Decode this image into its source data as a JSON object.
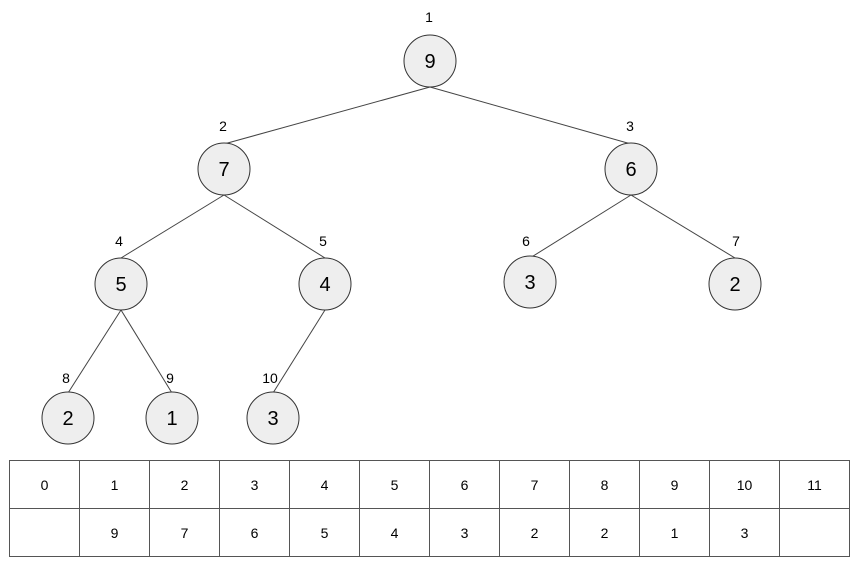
{
  "tree": {
    "nodes": [
      {
        "index": "1",
        "value": "9"
      },
      {
        "index": "2",
        "value": "7"
      },
      {
        "index": "3",
        "value": "6"
      },
      {
        "index": "4",
        "value": "5"
      },
      {
        "index": "5",
        "value": "4"
      },
      {
        "index": "6",
        "value": "3"
      },
      {
        "index": "7",
        "value": "2"
      },
      {
        "index": "8",
        "value": "2"
      },
      {
        "index": "9",
        "value": "1"
      },
      {
        "index": "10",
        "value": "3"
      }
    ]
  },
  "array": {
    "indices": [
      "0",
      "1",
      "2",
      "3",
      "4",
      "5",
      "6",
      "7",
      "8",
      "9",
      "10",
      "11"
    ],
    "values": [
      "",
      "9",
      "7",
      "6",
      "5",
      "4",
      "3",
      "2",
      "2",
      "1",
      "3",
      ""
    ]
  }
}
